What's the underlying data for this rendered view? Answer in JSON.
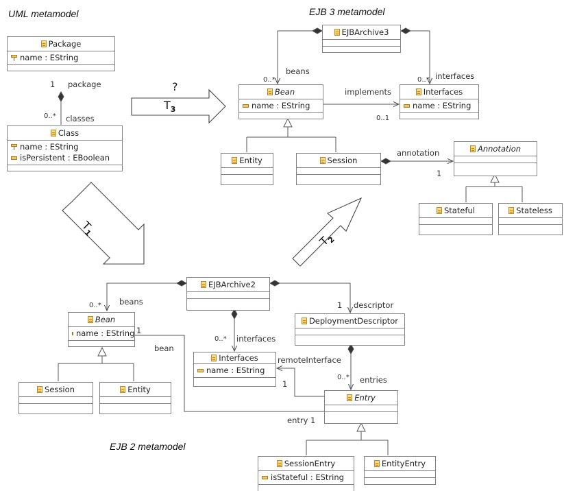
{
  "titles": {
    "uml": "UML metamodel",
    "ejb3": "EJB 3 metamodel",
    "ejb2": "EJB 2 metamodel"
  },
  "transformations": {
    "t1": "T",
    "t1_sub": "1",
    "t2": "T",
    "t2_sub": "2",
    "t3": "T",
    "t3_sub": "3",
    "question": "?"
  },
  "uml": {
    "package": {
      "name": "Package",
      "attr1": "name : EString"
    },
    "class": {
      "name": "Class",
      "attr1": "name : EString",
      "attr2": "isPersistent : EBoolean"
    },
    "assoc": {
      "role_package": "package",
      "mult_package": "1",
      "role_classes": "classes",
      "mult_classes": "0..*"
    }
  },
  "ejb3": {
    "archive": {
      "name": "EJBArchive3"
    },
    "bean": {
      "name": "Bean",
      "attr1": "name : EString"
    },
    "interfaces": {
      "name": "Interfaces",
      "attr1": "name : EString"
    },
    "entity": {
      "name": "Entity"
    },
    "session": {
      "name": "Session"
    },
    "annotation": {
      "name": "Annotation"
    },
    "stateful": {
      "name": "Stateful"
    },
    "stateless": {
      "name": "Stateless"
    },
    "assoc": {
      "beans": "beans",
      "beans_mult": "0..*",
      "interfaces": "interfaces",
      "interfaces_mult": "0..*",
      "implements": "implements",
      "implements_mult": "0..1",
      "annotation": "annotation",
      "annotation_mult": "1"
    }
  },
  "ejb2": {
    "archive": {
      "name": "EJBArchive2"
    },
    "bean": {
      "name": "Bean",
      "attr1": "name : EString"
    },
    "interfaces": {
      "name": "Interfaces",
      "attr1": "name : EString"
    },
    "descriptor": {
      "name": "DeploymentDescriptor"
    },
    "entry": {
      "name": "Entry"
    },
    "session": {
      "name": "Session"
    },
    "entity": {
      "name": "Entity"
    },
    "sessionentry": {
      "name": "SessionEntry",
      "attr1": "isStateful : EString"
    },
    "entityentry": {
      "name": "EntityEntry"
    },
    "assoc": {
      "beans": "beans",
      "beans_mult": "0..*",
      "bean_mult": "1",
      "bean": "bean",
      "interfaces": "interfaces",
      "interfaces_mult": "0..*",
      "descriptor": "descriptor",
      "descriptor_mult": "1",
      "entries": "entries",
      "entries_mult": "0..*",
      "remote": "remoteInterface",
      "remote_mult": "1",
      "entry": "entry 1"
    }
  }
}
